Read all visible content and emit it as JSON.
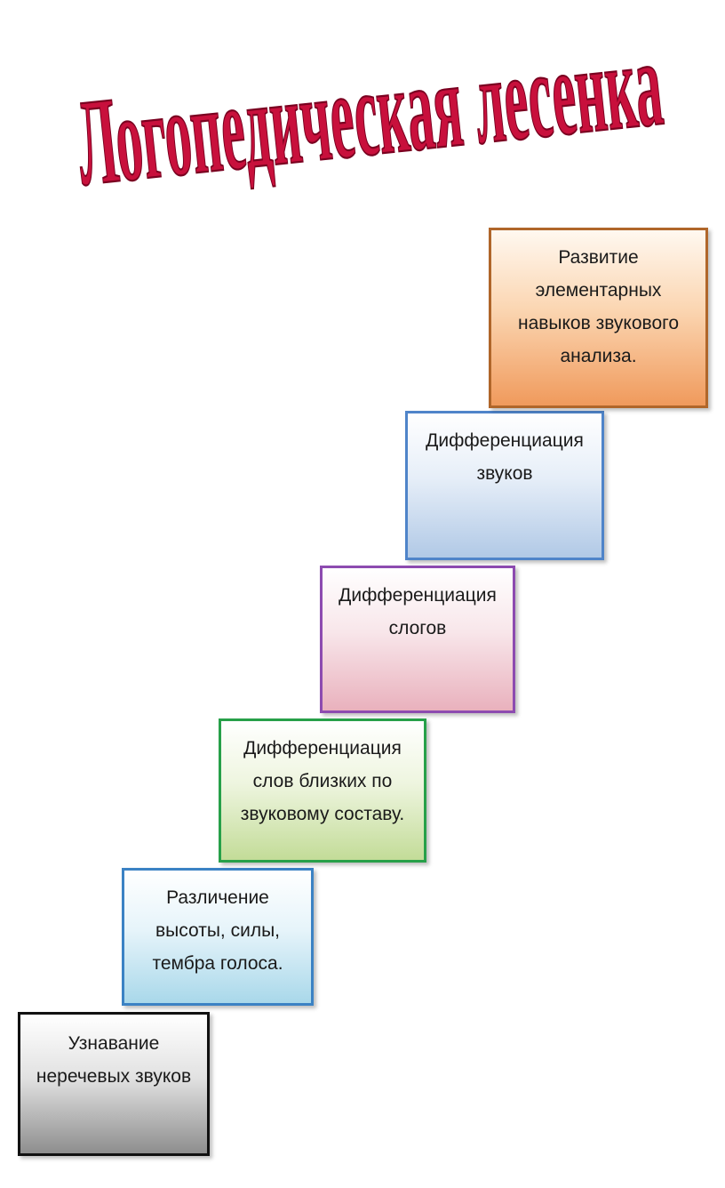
{
  "title": "Логопедическая лесенка",
  "colors": {
    "title": "#c8103c"
  },
  "steps": [
    {
      "text": "Узнавание\nнеречевых звуков",
      "border_color": "#111111"
    },
    {
      "text": "Различение\nвысоты, силы,\nтембра голоса.",
      "border_color": "#3b82c4"
    },
    {
      "text": "Дифференциация\nслов близких по\nзвуковому составу.",
      "border_color": "#27a049"
    },
    {
      "text": "Дифференциация\nслогов",
      "border_color": "#8d4bb0"
    },
    {
      "text": "Дифференциация\nзвуков",
      "border_color": "#4f84c9"
    },
    {
      "text": "Развитие\nэлементарных\nнавыков звукового\nанализа.",
      "border_color": "#b0662a"
    }
  ]
}
